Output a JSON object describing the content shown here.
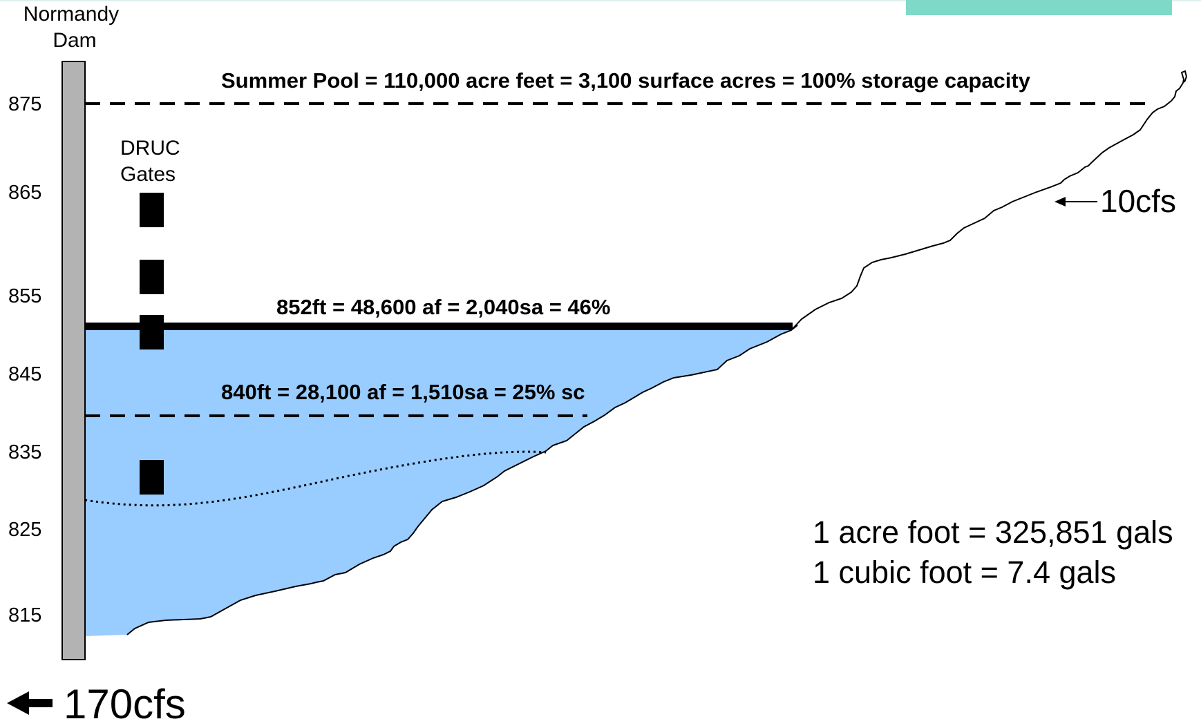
{
  "dam": {
    "name_line1": "Normandy",
    "name_line2": "Dam"
  },
  "gates": {
    "label_line1": "DRUC",
    "label_line2": "Gates"
  },
  "elevations": [
    "875",
    "865",
    "855",
    "845",
    "835",
    "825",
    "815"
  ],
  "levels": {
    "summer_pool": "Summer Pool = 110,000 acre feet  = 3,100 surface acres = 100% storage capacity",
    "current": "852ft = 48,600 af = 2,040sa = 46%",
    "low": "840ft  = 28,100 af = 1,510sa = 25% sc"
  },
  "flows": {
    "inflow": "10cfs",
    "outflow": "170cfs"
  },
  "conversions": {
    "acre_foot": "1 acre foot = 325,851 gals",
    "cubic_foot": "1 cubic foot = 7.4 gals"
  },
  "colors": {
    "water": "#99CCFF",
    "dam": "#B3B3B3",
    "accent_bar": "#7FD9C8"
  }
}
